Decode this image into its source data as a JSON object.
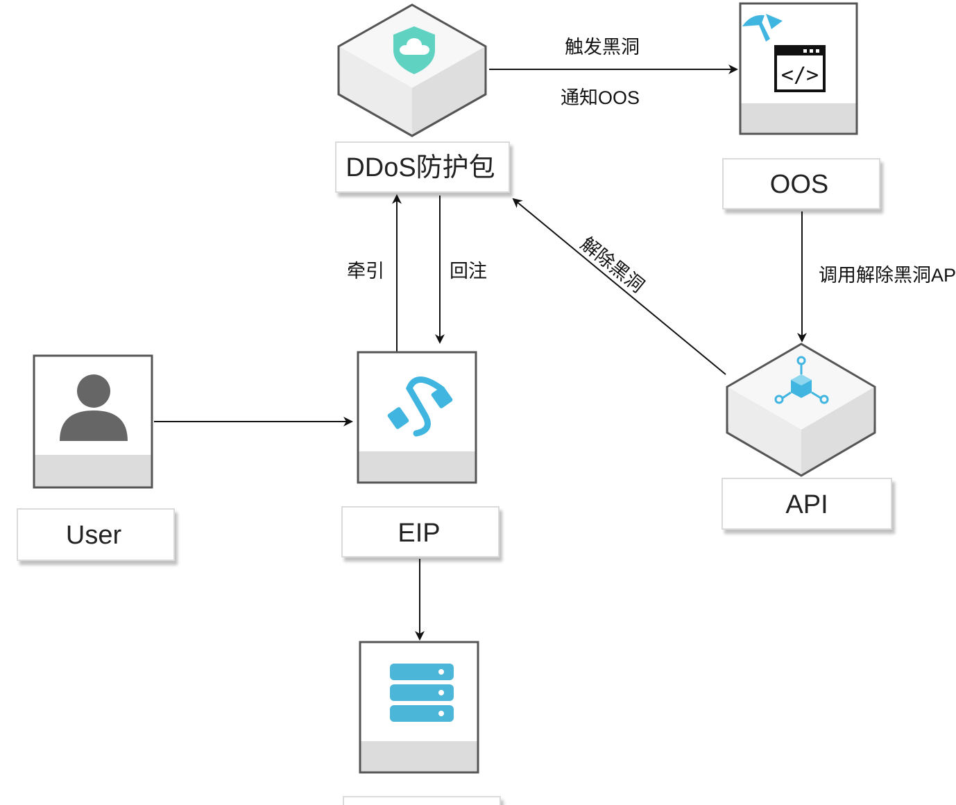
{
  "nodes": {
    "ddos": {
      "label": "DDoS防护包",
      "icon": "cloud-shield-icon",
      "color": "#5fd2c2"
    },
    "oos": {
      "label": "OOS",
      "icon": "code-window-icon",
      "color": "#3fb5e0"
    },
    "user": {
      "label": "User",
      "icon": "person-icon",
      "color": "#666666"
    },
    "eip": {
      "label": "EIP",
      "icon": "link-cable-icon",
      "color": "#3fb5e0"
    },
    "api": {
      "label": "API",
      "icon": "cube-network-icon",
      "color": "#3fb5e0"
    },
    "server": {
      "label": "",
      "icon": "server-stack-icon",
      "color": "#4cb6d9"
    }
  },
  "edges": {
    "trigger_blackhole": "触发黑洞",
    "notify_oos": "通知OOS",
    "divert": "牵引",
    "reinject": "回注",
    "release_blackhole": "解除黑洞",
    "call_release_api": "调用解除黑洞API"
  }
}
